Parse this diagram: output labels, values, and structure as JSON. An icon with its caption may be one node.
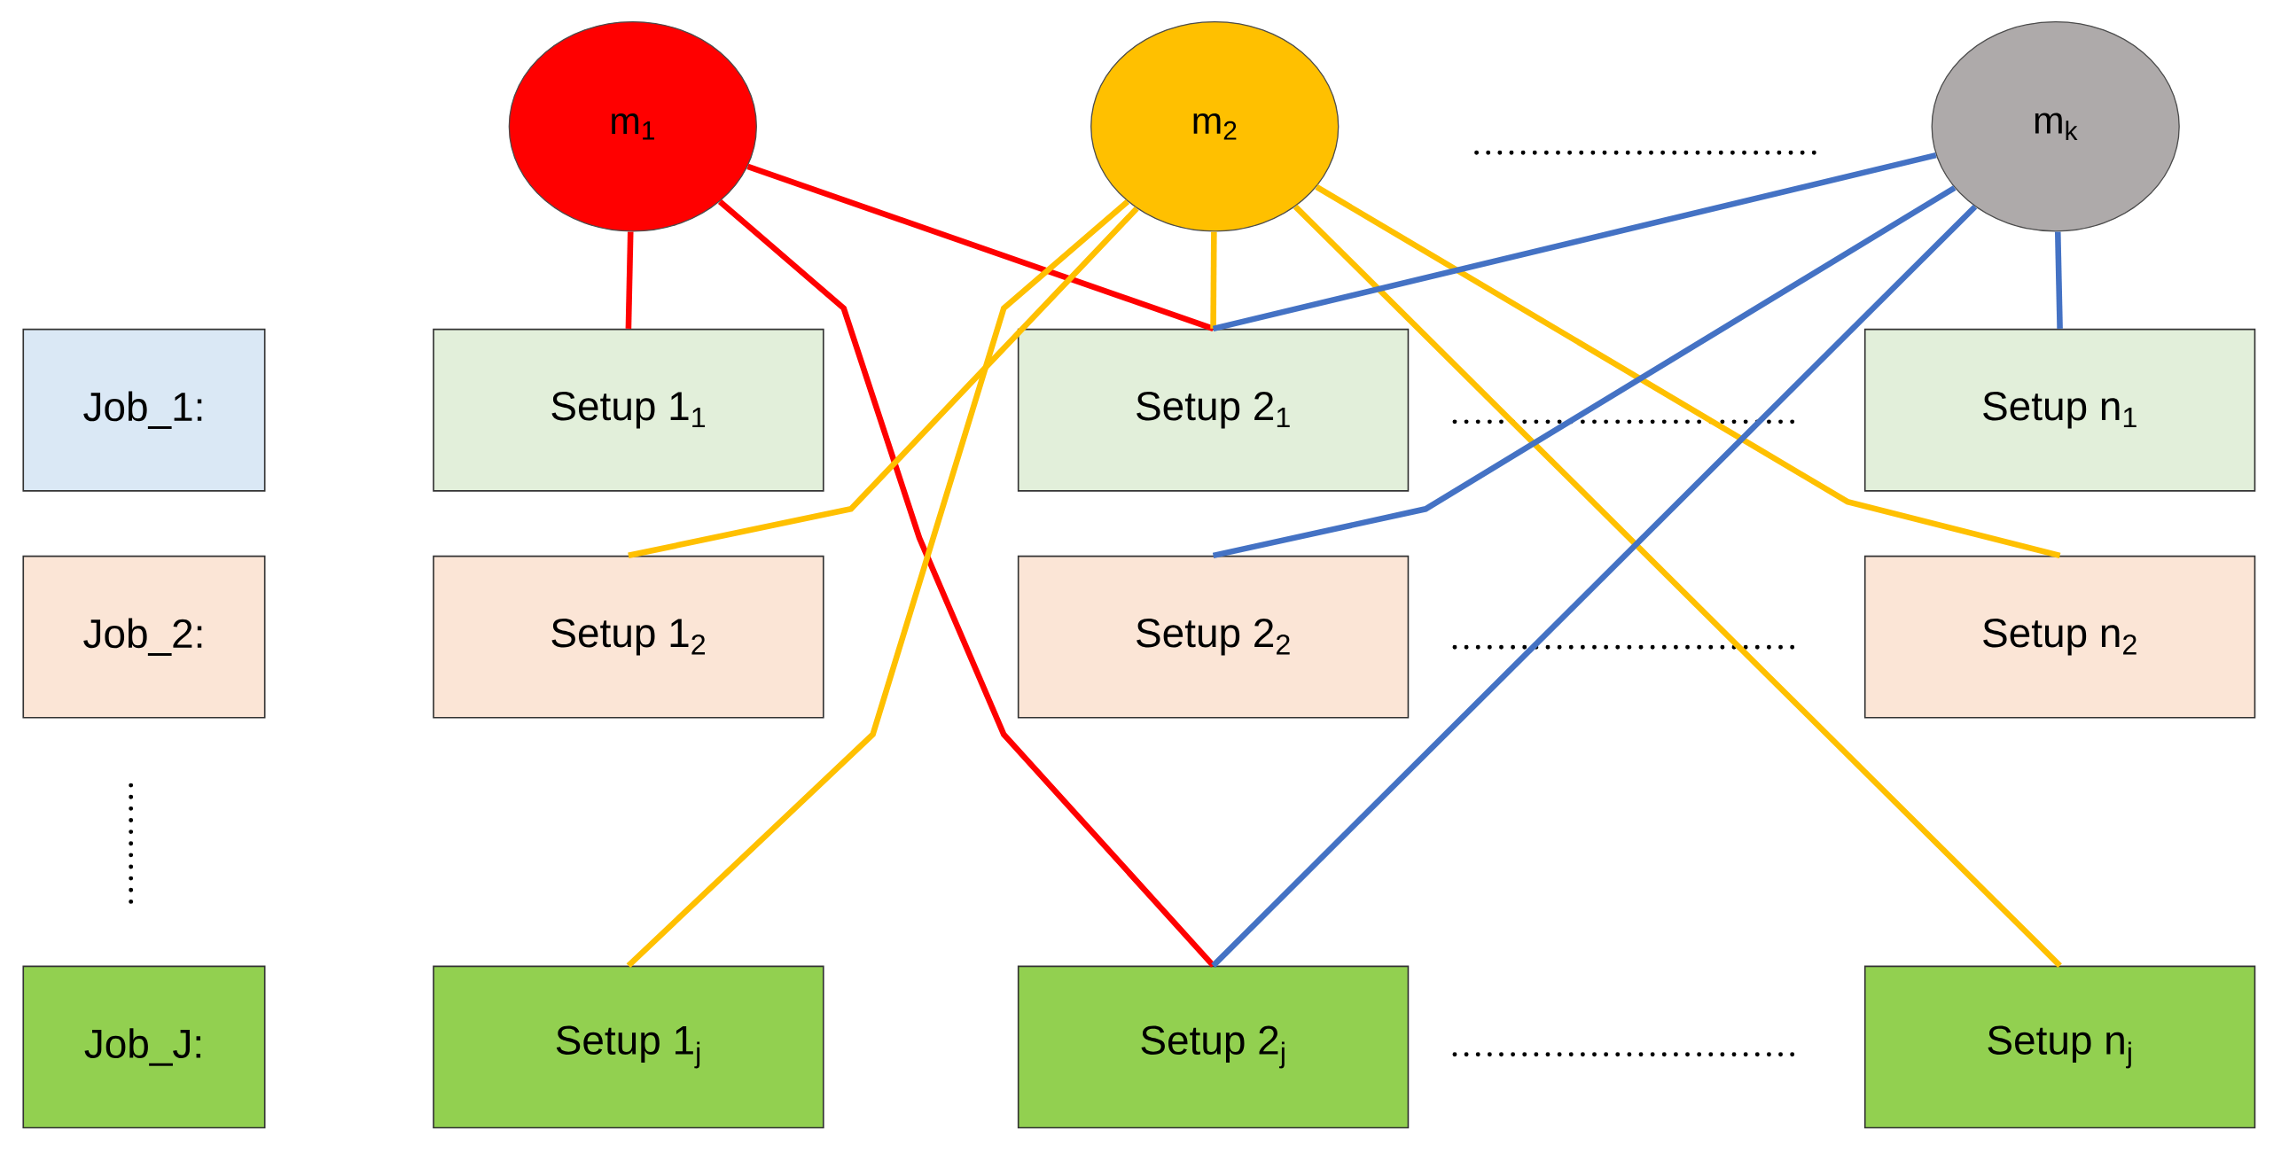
{
  "diagram": {
    "nodes": [
      {
        "text": [
          "m$_{1}$"
        ]
      },
      {
        "text": [
          "m$_{2}$"
        ]
      },
      {
        "text": [
          "m$_{k}$"
        ]
      },
      {
        "text": [
          "Job_1:"
        ]
      },
      {
        "text": [
          "Setup 1$_{1}$"
        ]
      },
      {
        "text": [
          "Setup 2$_{1}$"
        ]
      },
      {
        "text": [
          "Setup n$_{1}$"
        ]
      },
      {
        "text": [
          "Job_2:"
        ]
      },
      {
        "text": [
          "Setup 1$_{2}$"
        ]
      },
      {
        "text": [
          "Setup 2$_{2}$"
        ]
      },
      {
        "text": [
          "Setup n$_{2}$"
        ]
      },
      {
        "text": [
          "Job_J:"
        ]
      },
      {
        "text": [
          "Setup 1$_{j}$"
        ]
      },
      {
        "text": [
          "Setup 2$_{j}$"
        ]
      },
      {
        "text": [
          "Setup n$_{j}$"
        ]
      }
    ],
    "edges": [
      {
        "from": 0,
        "to": 4,
        "arrow": "none",
        "color": "#ff0000"
      },
      {
        "from": 0,
        "to": 5,
        "arrow": "none",
        "color": "#ff0000"
      },
      {
        "from": 0,
        "to": 13,
        "arrow": "none",
        "color": "#ff0000"
      },
      {
        "from": 1,
        "to": 8,
        "arrow": "none"
      },
      {
        "from": 1,
        "to": 12,
        "arrow": "none"
      },
      {
        "from": 1,
        "to": 5,
        "arrow": "none"
      },
      {
        "from": 1,
        "to": 10,
        "arrow": "none"
      },
      {
        "from": 1,
        "to": 14,
        "arrow": "none"
      },
      {
        "from": 2,
        "to": 5,
        "arrow": "none",
        "color": "#4472c4"
      },
      {
        "from": 2,
        "to": 9,
        "arrow": "none",
        "color": "#4472c4"
      },
      {
        "from": 2,
        "to": 13,
        "arrow": "none",
        "color": "#4472c4"
      },
      {
        "from": 2,
        "to": 6,
        "arrow": "none",
        "color": "#4472c4"
      }
    ]
  }
}
